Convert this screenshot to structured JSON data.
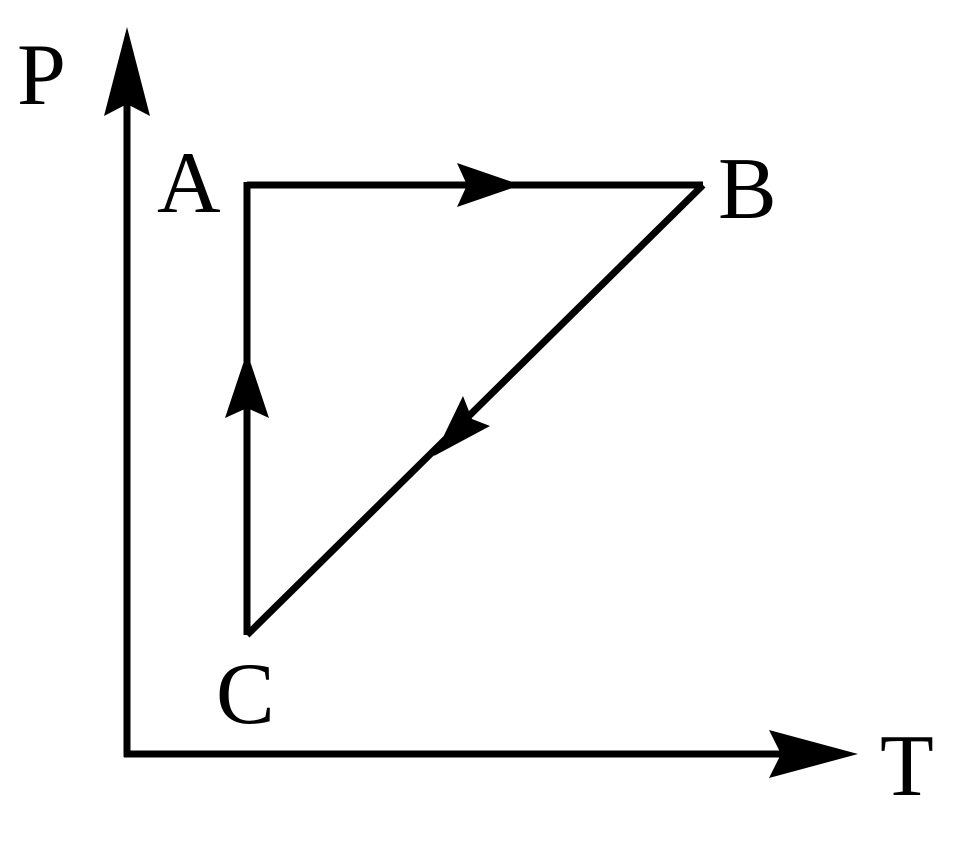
{
  "axes": {
    "y_label": "P",
    "x_label": "T"
  },
  "states": {
    "a": "A",
    "b": "B",
    "c": "C"
  },
  "process": {
    "cycle": [
      "A",
      "B",
      "C",
      "A"
    ],
    "direction": "A→B, B→C, C→A"
  },
  "colors": {
    "ink": "#000000",
    "background": "#ffffff"
  }
}
